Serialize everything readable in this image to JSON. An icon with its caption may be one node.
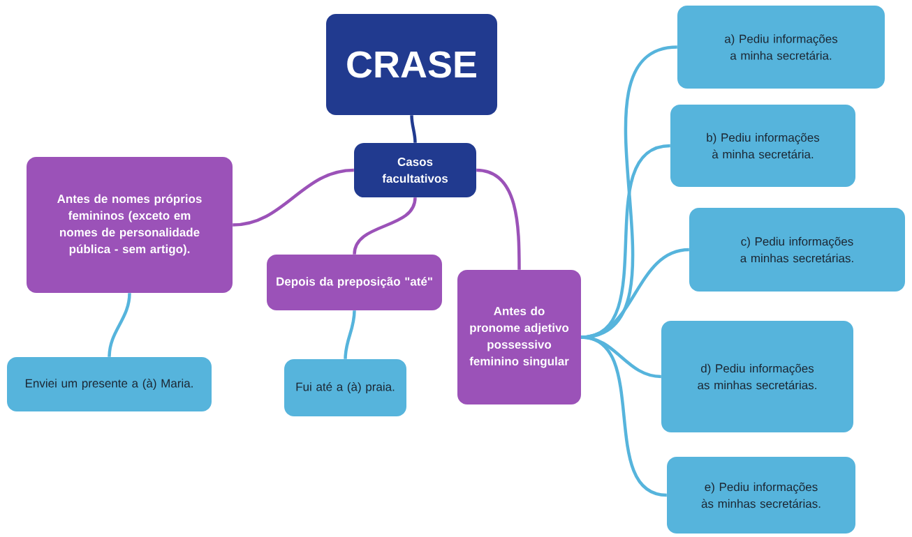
{
  "diagram": {
    "nodes": [
      {
        "text": [
          "CRASE"
        ]
      },
      {
        "text": [
          "Casos facultativos"
        ]
      },
      {
        "text": [
          "Antes de nomes próprios femininos (exceto em nomes de personalidade pública - sem artigo)."
        ]
      },
      {
        "text": [
          "Depois da preposição \"até\""
        ]
      },
      {
        "text": [
          "Antes do pronome adjetivo possessivo feminino singular"
        ]
      },
      {
        "text": [
          "Enviei um presente a (à) Maria."
        ]
      },
      {
        "text": [
          "Fui até a (à) praia."
        ]
      },
      {
        "text": [
          "a) Pediu informações a minha secretária."
        ]
      },
      {
        "text": [
          "b) Pediu informações à minha secretária."
        ]
      },
      {
        "text": [
          "c) Pediu informações a minhas secretárias."
        ]
      },
      {
        "text": [
          "d) Pediu informações as minhas secretárias."
        ]
      },
      {
        "text": [
          "e) Pediu informações às minhas secretárias."
        ]
      }
    ],
    "edges": [
      {
        "from": 0,
        "to": 1,
        "arrow": "none",
        "color": "#213a8f"
      },
      {
        "from": 1,
        "to": 2,
        "arrow": "none",
        "color": "#9b52b8"
      },
      {
        "from": 1,
        "to": 3,
        "arrow": "none",
        "color": "#9b52b8"
      },
      {
        "from": 1,
        "to": 4,
        "arrow": "none",
        "color": "#9b52b8"
      },
      {
        "from": 2,
        "to": 5,
        "arrow": "none"
      },
      {
        "from": 3,
        "to": 6,
        "arrow": "none"
      },
      {
        "from": 4,
        "to": 7,
        "arrow": "none"
      },
      {
        "from": 4,
        "to": 8,
        "arrow": "none"
      },
      {
        "from": 4,
        "to": 9,
        "arrow": "none"
      },
      {
        "from": 4,
        "to": 10,
        "arrow": "none"
      },
      {
        "from": 4,
        "to": 11,
        "arrow": "none"
      }
    ]
  }
}
